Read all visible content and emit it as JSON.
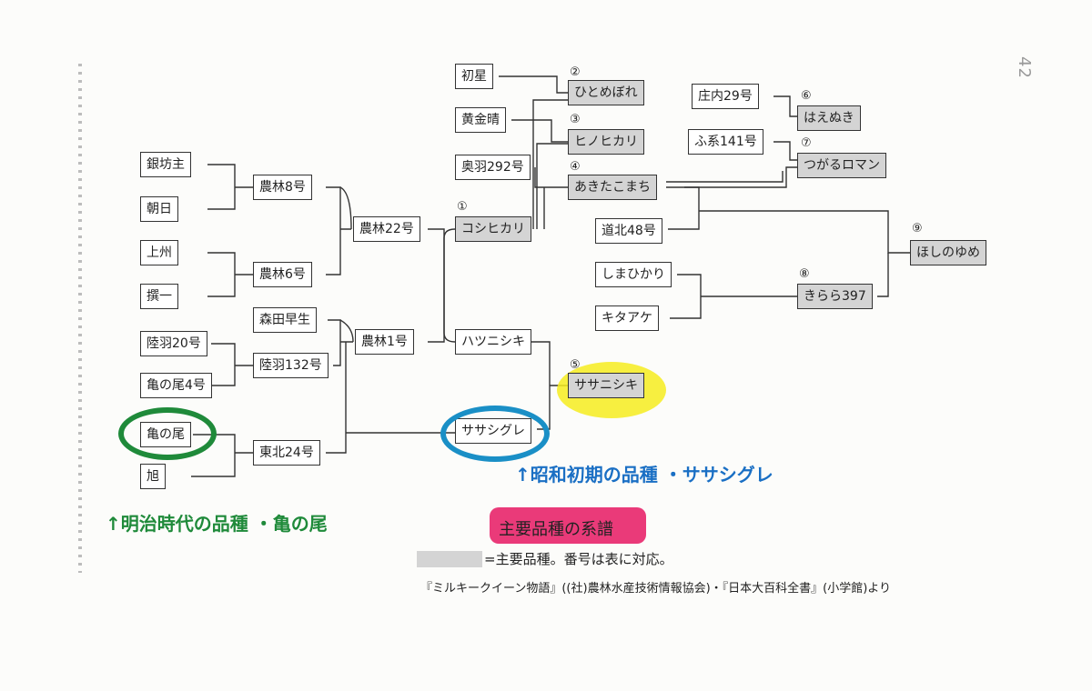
{
  "page_number": "42",
  "varieties": {
    "ginbouzu": "銀坊主",
    "asahi": "朝日",
    "joshu": "上州",
    "senichi": "撰一",
    "rikuu20": "陸羽20号",
    "kamenoo4": "亀の尾4号",
    "kamenoo": "亀の尾",
    "kyoku": "旭",
    "norin8": "農林8号",
    "norin6": "農林6号",
    "moritawase": "森田早生",
    "rikuu132": "陸羽132号",
    "tohoku24": "東北24号",
    "norin22": "農林22号",
    "norin1": "農林1号",
    "hatsuboshi": "初星",
    "koganebare": "黄金晴",
    "ou292": "奥羽292号",
    "koshihikari": "コシヒカリ",
    "hatsunishiki": "ハツニシキ",
    "sasashigure": "ササシグレ",
    "hitomebore": "ひとめぼれ",
    "hinohikari": "ヒノヒカリ",
    "akitakomachi": "あきたこまち",
    "sasanishiki": "ササニシキ",
    "shonai29": "庄内29号",
    "fukei141": "ふ系141号",
    "haenuki": "はえぬき",
    "tsugaruroman": "つがるロマン",
    "dohoku48": "道北48号",
    "shimahikari": "しまひかり",
    "kitaake": "キタアケ",
    "kirara397": "きらら397",
    "hoshinoyume": "ほしのゆめ"
  },
  "numbers": {
    "n1": "①",
    "n2": "②",
    "n3": "③",
    "n4": "④",
    "n5": "⑤",
    "n6": "⑥",
    "n7": "⑦",
    "n8": "⑧",
    "n9": "⑨"
  },
  "annotations": {
    "meiji_arrow": "↑",
    "meiji_text": "明治時代の品種 ・亀の尾",
    "showa_arrow": "↑",
    "showa_text": "昭和初期の品種 ・ササシグレ"
  },
  "title": "主要品種の系譜",
  "legend_text": "=主要品種。番号は表に対応。",
  "source": "『ミルキークイーン物語』((社)農林水産技術情報協会)・『日本大百科全書』(小学館)より",
  "colors": {
    "main_variety_fill": "#d4d4d4",
    "green_marker": "#1f8a3a",
    "blue_marker": "#1a8fc6",
    "yellow_marker": "#f6ec1e",
    "pink_marker": "#e8256a"
  }
}
